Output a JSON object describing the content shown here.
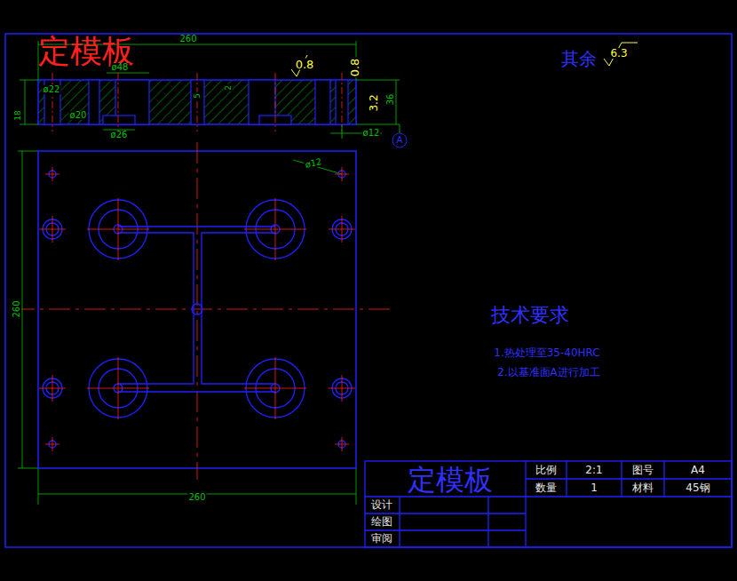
{
  "diagram": {
    "title": "定模板",
    "labels": [
      "260",
      "ø48",
      "ø22",
      "ø20",
      "ø26",
      "ø12",
      "0.8",
      "0.8",
      "5",
      "2",
      "18",
      "36",
      "3.2",
      "A",
      "其余",
      "6.3",
      "ø12",
      "260",
      "260",
      "技术要求",
      "1.热处理至35-40HRC",
      "2.以基准面A进行加工",
      "定模板",
      "比例",
      "2:1",
      "图号",
      "A4",
      "数量",
      "1",
      "材料",
      "45钢",
      "设计",
      "绘图",
      "审阅"
    ]
  }
}
